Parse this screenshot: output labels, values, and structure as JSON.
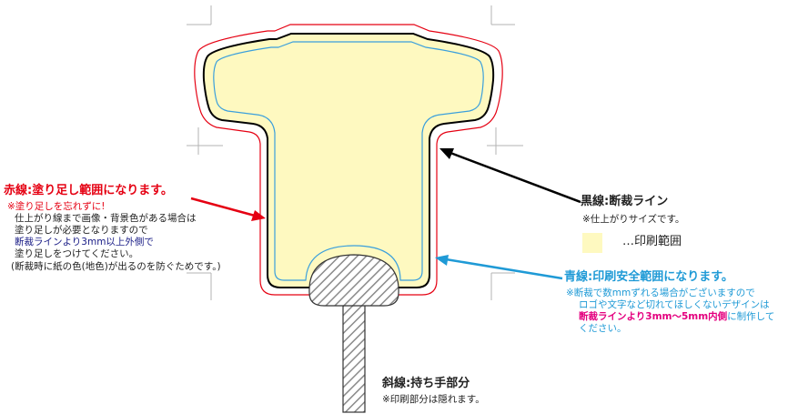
{
  "colors": {
    "trim_line": "#000000",
    "bleed_line": "#e50012",
    "safe_line": "#3a9fdc",
    "print_area": "#fef9c0",
    "red_text": "#e50012",
    "blue_text": "#1f9ad6",
    "navy_text": "#1d2088",
    "pink_text": "#e4007f",
    "arrow_blue": "#1f9ad6"
  },
  "red_label": {
    "title": "赤線:塗り足し範囲になります。",
    "note_line1": "※塗り足しを忘れずに!",
    "note_line2": "仕上がり線まで画像・背景色がある場合は",
    "note_line3": "塗り足しが必要となりますので",
    "note_line4": "断裁ラインより3mm以上外側で",
    "note_line5": "塗り足しをつけてください。",
    "note_line6": "(断裁時に紙の色(地色)が出るのを防ぐためです。)"
  },
  "black_label": {
    "title": "黒線:断裁ライン",
    "note": "※仕上がりサイズです。"
  },
  "legend": {
    "print_area_label": "…印刷範囲"
  },
  "blue_label": {
    "title": "青線:印刷安全範囲になります。",
    "note_line1": "※断裁で数mmずれる場合がございますので",
    "note_line2": "ロゴや文字など切れてほしくないデザインは",
    "note_line3_emph": "断裁ラインより3mm〜5mm内側",
    "note_line3_rest": "に制作して",
    "note_line4": "ください。"
  },
  "hatch_label": {
    "title": "斜線:持ち手部分",
    "note": "※印刷部分は隠れます。"
  }
}
